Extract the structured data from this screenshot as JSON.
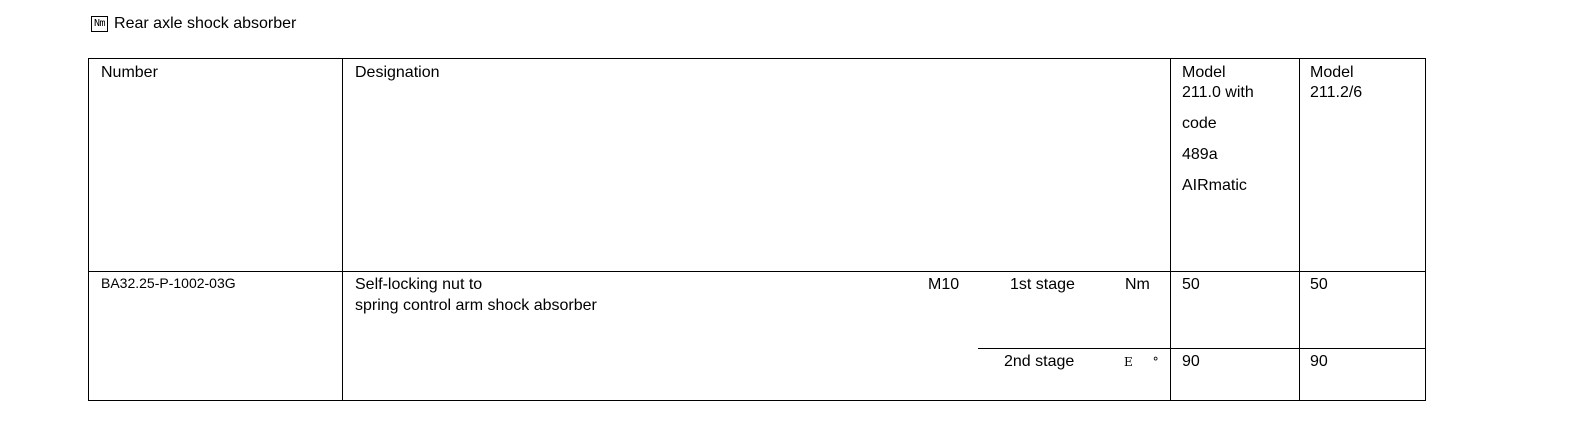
{
  "heading": {
    "icon_text": "Nm",
    "title": "Rear axle shock absorber"
  },
  "table": {
    "headers": {
      "number": "Number",
      "designation": "Designation",
      "model_a": [
        "Model",
        "211.0 with",
        "code",
        "489a",
        "AIRmatic"
      ],
      "model_b": [
        "Model",
        "211.2/6"
      ]
    },
    "rows": [
      {
        "number": "BA32.25-P-1002-03G",
        "designation_line1": "Self-locking nut to",
        "designation_line2": "spring control arm shock absorber",
        "thread": "M10",
        "stages": [
          {
            "stage": "1st stage",
            "unit": "Nm",
            "model_a": "50",
            "model_b": "50"
          },
          {
            "stage": "2nd stage",
            "unit": "E °",
            "model_a": "90",
            "model_b": "90"
          }
        ]
      }
    ]
  }
}
